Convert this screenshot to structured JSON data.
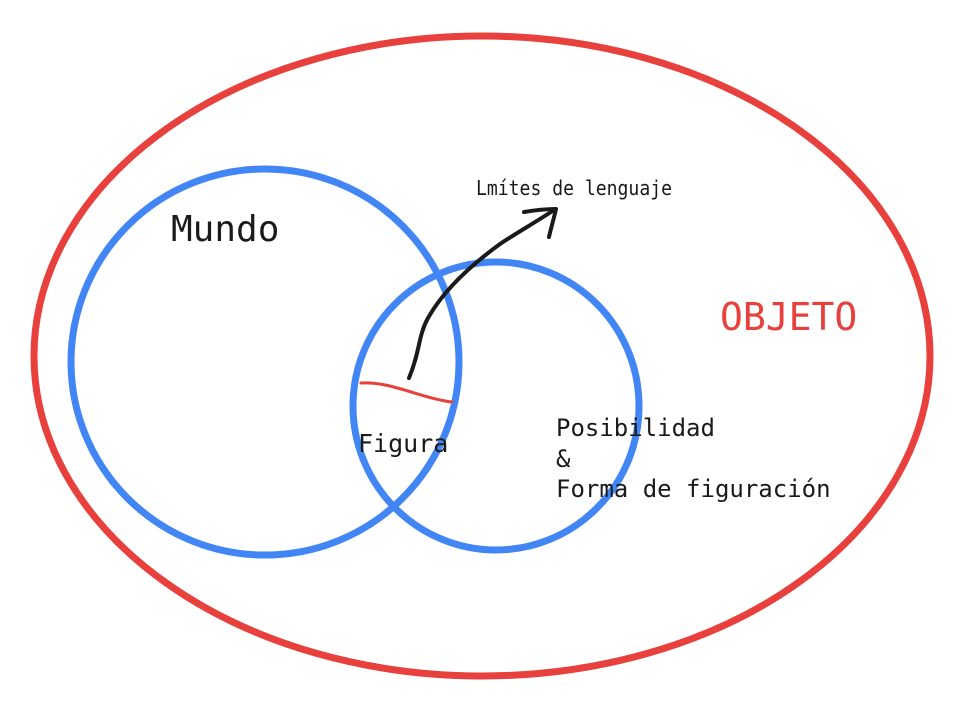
{
  "colors": {
    "outer_ellipse": "#e8403c",
    "circles": "#4285f4",
    "text": "#1a1a1a",
    "object_label": "#e8403c",
    "arrow": "#1a1a1a",
    "divider": "#e8403c"
  },
  "labels": {
    "mundo": "Mundo",
    "objeto": "OBJETO",
    "figura": "Figura",
    "limites": "Lmítes de lenguaje",
    "posibilidad_line1": "Posibilidad",
    "posibilidad_line2": "&",
    "posibilidad_line3": "Forma de figuración"
  }
}
